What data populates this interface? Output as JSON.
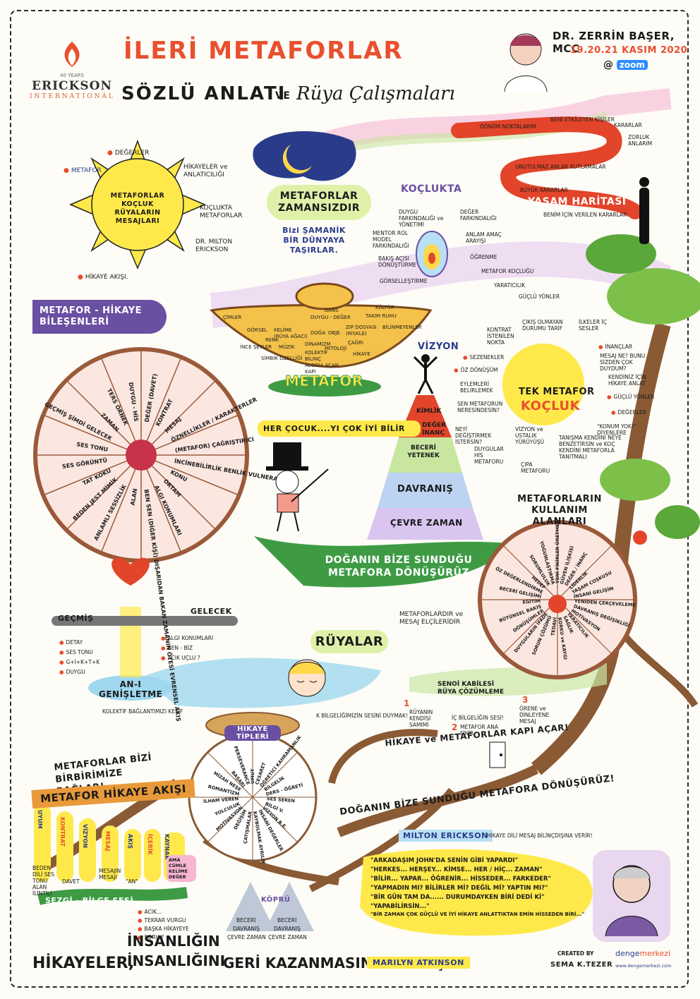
{
  "header": {
    "logo_years": "40 YEARS",
    "logo_name": "ERICKSON",
    "logo_sub": "INTERNATIONAL",
    "title_line1": "İLERİ METAFORLAR",
    "title_line2": "SÖZLÜ ANLATI",
    "title_ve": "VE",
    "title_script": "Rüya Çalışmaları",
    "author": "DR. ZERRİN BAŞER, MCC",
    "dates": "19.20.21 KASIM 2020",
    "platform_at": "@",
    "platform": "zoom"
  },
  "sun": {
    "center": "METAFORLAR KOÇLUK RÜYALARIN MESAJLARI",
    "items": [
      "METAFOR",
      "DEĞERLER",
      "HİKAYELER ve ANLATICILIĞI",
      "KOÇLUKTA METAFORLAR",
      "DR. MILTON ERICKSON",
      "HİKAYE AKIŞI."
    ]
  },
  "timeless": {
    "title": "METAFORLAR ZAMANSIZDIR",
    "sub": "Bizi ŞAMANİK BİR DÜNYAYA TAŞIRLAR."
  },
  "life_map": {
    "title": "YAŞAM HARİTASI",
    "items": [
      "DÖNÜM NOKTALARIM",
      "BENİ ETKİLEYEN KİŞİLER",
      "KARARLAR",
      "ZORLUK ANLARIM",
      "UNUTULMAZ ANLAR",
      "KUTLAMALAR",
      "BÜYÜK KARARLAR",
      "BENİM İÇİN VERİLEN KARARLAR"
    ]
  },
  "coaching": {
    "title": "KOÇLUKTA",
    "left": [
      "DUYGU FARKINDALIĞI ve YÖNETİMİ",
      "MENTOR ROL MODEL FARKINDALIĞI",
      "BAKIŞ AÇISI DÖNÜŞTÜRME",
      "GÖRSELLEŞTİRME"
    ],
    "right": [
      "DEĞER FARKINDALIĞI",
      "ANLAM AMAÇ ARAYIŞI",
      "ÖĞRENME",
      "METAFOR KOÇLUĞU",
      "YARATICILIK",
      "GÜÇLÜ YÖNLER"
    ]
  },
  "components": {
    "title": "METAFOR - HİKAYE BİLEŞENLERİ"
  },
  "lamp": {
    "label": "METAFOR",
    "words": [
      "ÇİMLER",
      "DANS",
      "DUYGU - DEĞER",
      "KÜLTÜR",
      "GÖRSEL",
      "KELİME (RÜYA AĞACI)",
      "DOĞA",
      "OBJE",
      "ZIP DOSYASI (RİSKLE)",
      "TAKIM RUHU",
      "ÇAĞRI",
      "BİLİNMEYENLER",
      "MÜZİK",
      "DİNAMİZM",
      "KOLEKTİF BİLİNÇ ALGIDA AÇAN KAPI",
      "İNCE ŞEYLER",
      "SİMBİK ÖZELLİĞİ",
      "HİKAYE",
      "RENK",
      "MİTOLOJİ"
    ]
  },
  "left_wheel": {
    "labels": [
      "DEĞER (DAVET)",
      "KONTRAT",
      "MESAJ",
      "ÖZNELLİKLER / KARAKTERLER",
      "(METAFOR) ÇAĞRIŞTIRICI",
      "İNCİNEBİLİRLİK BENLİK VULNERABLE",
      "KONU",
      "ORTAM",
      "ALGI KONUMLARI",
      "BEN SEN (DİĞER KİŞİ) DIŞARIDAN BAKAN ZAMANIN ÖTESİ EVRENSEL AKIŞ",
      "ALAN",
      "ANLAMLI SESSİZLİK",
      "BEDEN JEST MİMİK",
      "TAT KOKU",
      "SES GÖRÜNTÜ",
      "SES TONU",
      "GEÇMİŞ ŞİMDİ GELECEK",
      "ZAMAN",
      "TERS ÖRNEK",
      "DUYGU - HİS"
    ]
  },
  "pyramid": {
    "top": "VİZYON",
    "levels": [
      "KİMLİK",
      "DEĞER İNANÇ",
      "BECERİ YETENEK",
      "DAVRANIŞ",
      "ÇEVRE ZAMAN"
    ],
    "banner": "HER ÇOCUK....YI ÇOK İYİ BİLİR"
  },
  "tek_metafor": {
    "title": "TEK METAFOR",
    "title2": "KOÇLUK",
    "left": [
      "KONTRAT İSTENİLEN NOKTA",
      "SEZENEKLER",
      "ÖZ DÖNÜŞÜM",
      "EYLEMLERİ BELİRLEMEK",
      "SEN METAFORUN NERESİNDESİN?",
      "NEYİ DEĞİŞTİRMEK İSTERSİN?",
      "DUYGULAR HİS METAFORU"
    ],
    "right": [
      "ÇIKIŞ OLMAYAN DURUMU TARİF",
      "İLKELER İÇ SESLER",
      "İNANÇLAR",
      "MESAJ NE? BUNU SİZDEN ÇOK DUYDUM?",
      "KENDİNİZ İÇİN HİKAYE ANLAT",
      "GÜÇLÜ YÖNLER",
      "DEĞERLER",
      "\"KONUM YOK!\" DİYENLERE"
    ],
    "bottom": [
      "VİZYON ve USTALIK YÜRÜYÜŞÜ",
      "TANIŞMA KENDİNİ NEYE BENZETİRSİN ve KOÇ KENDİNİ METAFORLA TANITMALI",
      "ÇIPA METAFORU"
    ]
  },
  "nature": {
    "banner1": "DOĞANIN BİZE SUNDUĞU METAFORA DÖNÜŞÜRÜZ",
    "banner2": "DOĞANIN BİZE SUNDUĞU METAFORA DÖNÜŞÜRÜZ!"
  },
  "usage": {
    "title": "METAFORLARIN KULLANIM ALANLARI",
    "labels": [
      "YENİ FİKİRLER ÜRETMEK",
      "GÜVEN İLİŞKİSİ",
      "DEĞER / İNANÇ",
      "LİDERLİK",
      "YAŞAM COŞKUSU",
      "İNSANİ GELİŞİM",
      "YENİDEN ÇERÇEVELEME",
      "DAVRANIŞ DEĞİŞİKLİĞİ",
      "MOTİVASYON",
      "YARATICILIK",
      "SAĞLIK",
      "KORKU ve KAYGI",
      "TEDAVİ",
      "SORUN ÇÖZÜMÜ",
      "DUYGULARIN İFADE",
      "DÖNÜŞÜMLER",
      "BÜTÜNSEL BAKIŞ",
      "EĞİTİM",
      "BECERİ GELİŞİMİ",
      "ÖZ DEĞERLENDİRME",
      "HEDEF",
      "SORUMLULUK",
      "YOĞUNLAŞTIRMA"
    ]
  },
  "now": {
    "past": "GEÇMİŞ",
    "future": "GELECEK",
    "title": "AN-I GENİŞLETME",
    "left_items": [
      "DETAY",
      "SES TONU",
      "G+İ+K+T+K",
      "DUYGU"
    ],
    "right_items": [
      "ALGI KONUMLARI",
      "BEN - BİZ",
      "ACIK UÇLU ?"
    ]
  },
  "dreams": {
    "title": "RÜYALAR",
    "note": "METAFORLARDIR ve MESAJ ELÇİLERİDİR",
    "collective": "KOLEKTİF BAĞLANTIMIZI KEŞİF",
    "inner": "K BİLGELİĞİMİZİN SESİNİ DUYMAK!",
    "senoi_title": "SENOİ KABİLESİ RÜYA ÇÖZÜMLEME",
    "senoi": [
      "RÜYANIN KENDİSİ SAMIMİ",
      "İÇ BİLGELİĞİN SESİ!",
      "METAFOR ANA FİKİR",
      "ÖRENE ve DİNLEYENE MESAJ"
    ],
    "senoi_nums": [
      "1",
      "2",
      "3"
    ]
  },
  "door": {
    "text": "HİKAYE ve METAFORLAR KAPI AÇAR!"
  },
  "story_types": {
    "title": "HİKAYE TİPLERİ",
    "labels": [
      "UMUT",
      "CESARET",
      "ÖĞRETİCİ KAHRAMANLIK",
      "BİLGELİK",
      "DERS - ÖĞRETİ",
      "SES SEREN",
      "BİLGİ V.",
      "VİZYON B.E.",
      "İNSANİ DEĞERLER",
      "KAYBOLMAK AYRILIK",
      "ÇATIŞMALAR",
      "DEĞİŞİM",
      "MOTİVASYON",
      "YOLCULUK",
      "İLHAM VEREN",
      "ROMANTİZM",
      "MİZAH NEŞE",
      "BAŞARI",
      "PERSEVERANCE"
    ]
  },
  "bridge": {
    "label": "KÖPRÜ",
    "left": [
      "BECERİ",
      "DAVRANIŞ",
      "ÇEVRE ZAMAN"
    ],
    "right": [
      "BECERİ",
      "DAVRANIŞ",
      "ÇEVRE ZAMAN"
    ]
  },
  "connect": {
    "text": "METAFORLAR BİZİ BİRBİRİMİZE BAĞLAR!"
  },
  "flow": {
    "title": "METAFOR HİKAYE AKIŞI",
    "columns": [
      "UYUM",
      "KONTRAT",
      "VİZYON",
      "MESAJ",
      "AKIŞ",
      "İÇERİK",
      "KAYNAK",
      "AMA CÜMLE KELİME DEĞER"
    ],
    "notes": [
      "BEDEN DİLİ SES TONU ALAN İLİNTİLİ",
      "DAVET",
      "MESAJIN MESAJI",
      "\"AN\""
    ],
    "intuition": "SEZGİ - BİLGE SESİ",
    "bullets": [
      "ACIK...",
      "TEKRAR VURGU",
      "BAŞKA HİKAYEYE",
      "SORU ?"
    ]
  },
  "erickson": {
    "title": "MILTON ERICKSON",
    "subtitle": "HİKAYE DİLİ MESAJ BİLİNÇDIŞINA VERİR!",
    "quotes": [
      "\"ARKADAŞIM JOHN'DA SENİN GİBİ YAPARDI\"",
      "\"HERKES... HERŞEY... KİMSE... HER / HİÇ... ZAMAN\"",
      "\"BİLİR... YAPAR... ÖĞRENİR... HİSSEDER... FARKEDER\"",
      "\"YAPMADIN MI? BİLİRLER Mİ? DEĞİL Mİ? YAPTIN MI?\"",
      "\"BİR GÜN TAM DA...... DURUMDAYKEN BİRİ DEDİ Kİ\"",
      "\"YAPABİLİRSİN...\"",
      "\"BİR ZAMAN ÇOK GÜÇLÜ VE İYİ HİKAYE ANLATTIKTAN EMİN HİSSEDEN BİRİ...\""
    ]
  },
  "footer": {
    "part1": "HİKAYELER,",
    "part2a": "İNSANLIĞIN",
    "part2b": "İNSANLIĞINI",
    "part3": "GERİ KAZANMASINA YOL AÇAR",
    "author": "MARILYN ATKINSON",
    "created_by": "CREATED BY",
    "creator": "SEMA K.TEZER",
    "brand1": "denge",
    "brand2": "merkezi",
    "website": "www.dengemerkezi.com"
  },
  "colors": {
    "accent": "#e8502e",
    "yellow": "#ffe94a",
    "purple": "#6a4fa3",
    "green": "#3e9b44",
    "brown": "#8a5a34",
    "blue": "#3aa6d9"
  }
}
